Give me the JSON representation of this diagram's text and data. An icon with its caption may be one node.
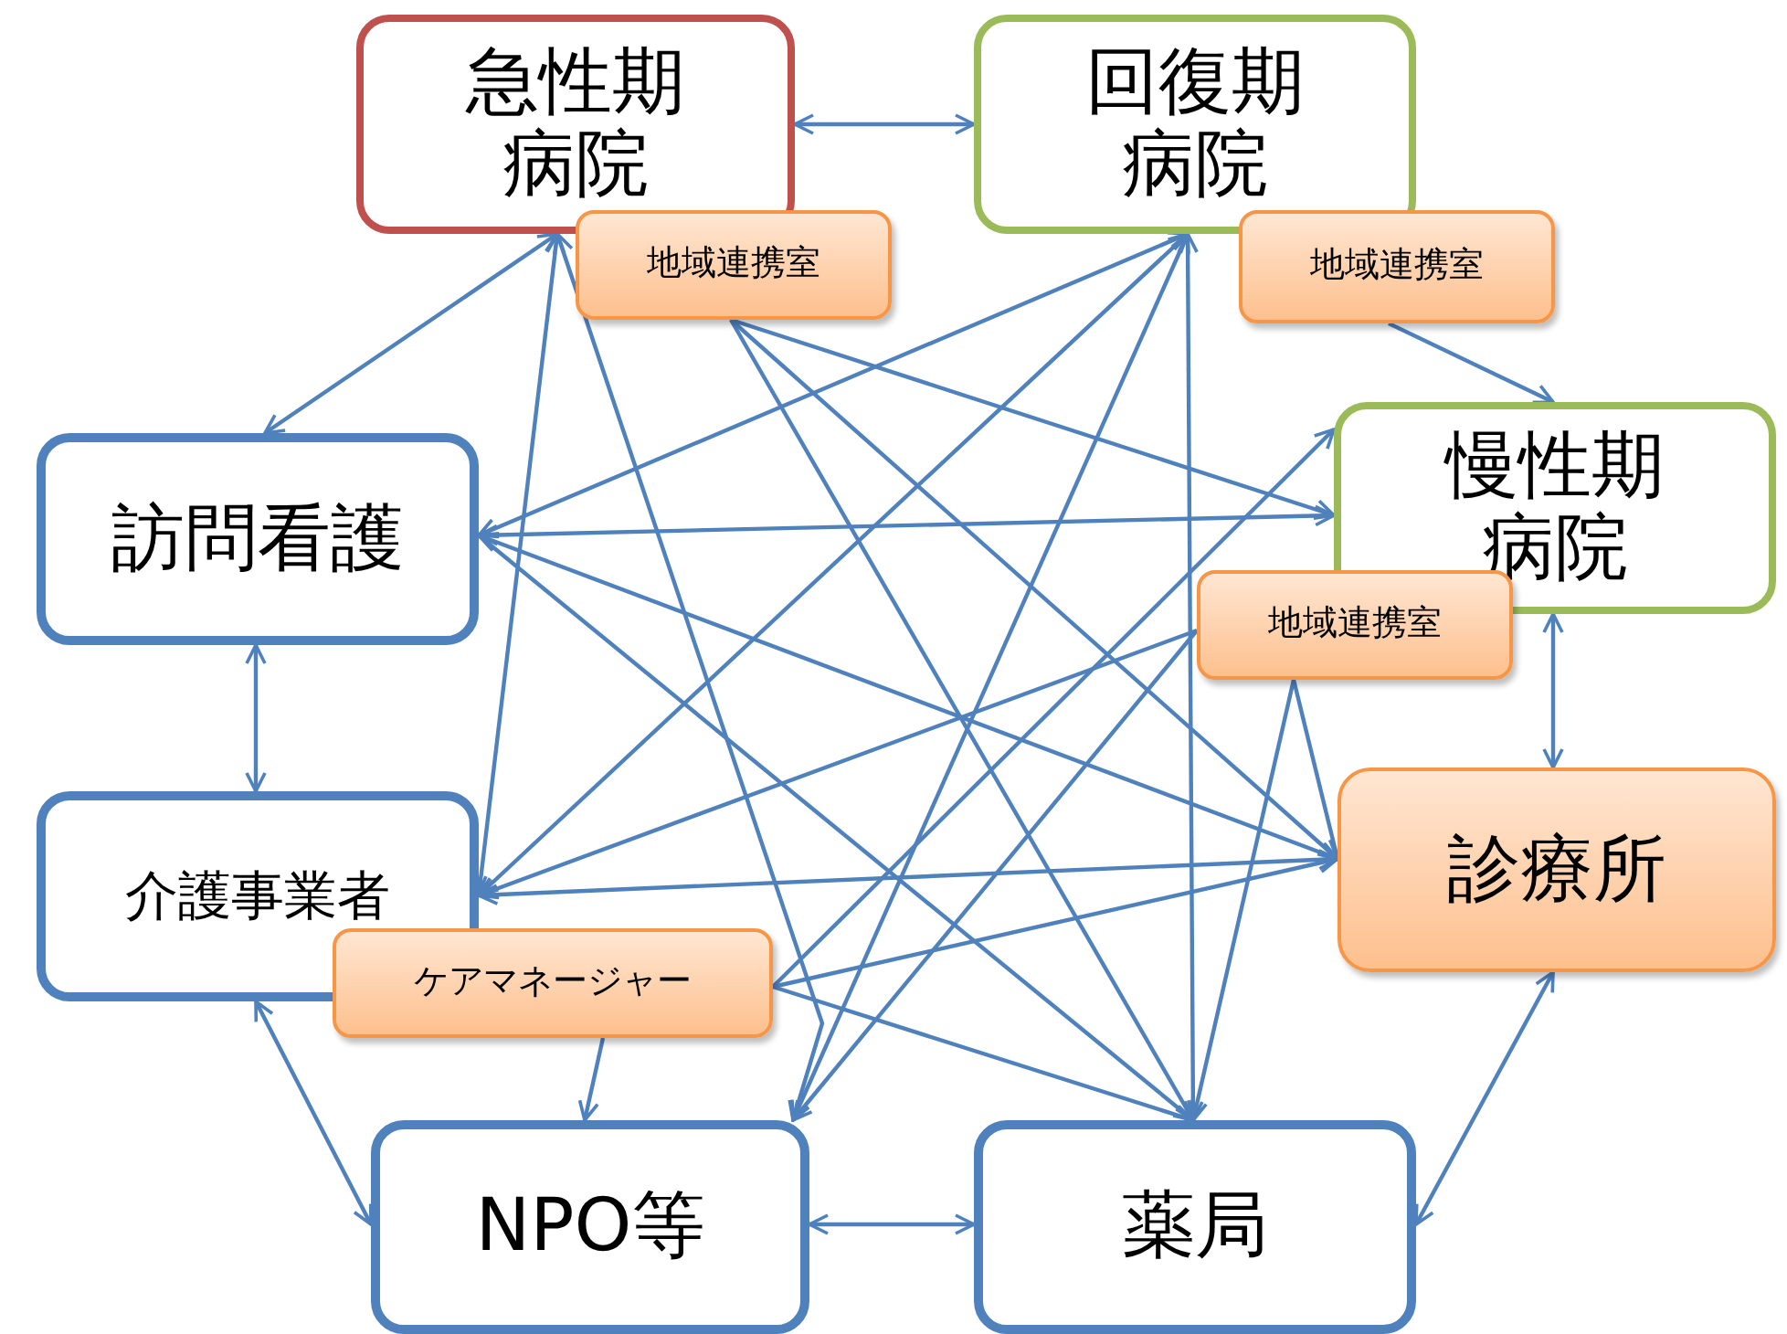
{
  "diagram": {
    "nodes": [
      {
        "text": [
          "急性期病院"
        ]
      },
      {
        "text": [
          "地域連携室"
        ]
      },
      {
        "text": [
          "回復期病院"
        ]
      },
      {
        "text": [
          "地域連携室"
        ]
      },
      {
        "text": [
          "慢性期病院"
        ]
      },
      {
        "text": [
          "地域連携室"
        ]
      },
      {
        "text": [
          "訪問看護"
        ]
      },
      {
        "text": [
          "介護事業者"
        ]
      },
      {
        "text": [
          "ケアマネージャー"
        ]
      },
      {
        "text": [
          "診療所"
        ]
      },
      {
        "text": [
          "NPO等"
        ]
      },
      {
        "text": [
          "薬局"
        ]
      }
    ],
    "edges": [
      {
        "from": 0,
        "to": 2,
        "arrow": "both"
      },
      {
        "from": 0,
        "to": 6,
        "arrow": "both"
      },
      {
        "from": 3,
        "to": 4,
        "arrow": "to"
      },
      {
        "from": 6,
        "to": 7,
        "arrow": "both"
      },
      {
        "from": 7,
        "to": 10,
        "arrow": "both"
      },
      {
        "from": 10,
        "to": 11,
        "arrow": "both"
      },
      {
        "from": 11,
        "to": 9,
        "arrow": "both"
      },
      {
        "from": 4,
        "to": 9,
        "arrow": "both"
      },
      {
        "from": 1,
        "to": 4,
        "arrow": "to"
      },
      {
        "from": 1,
        "to": 9,
        "arrow": "to"
      },
      {
        "from": 1,
        "to": 11,
        "arrow": "to"
      },
      {
        "from": 7,
        "to": 0,
        "arrow": "both"
      },
      {
        "from": 10,
        "to": 0,
        "arrow": "both"
      },
      {
        "from": 6,
        "to": 2,
        "arrow": "both"
      },
      {
        "from": 7,
        "to": 2,
        "arrow": "both"
      },
      {
        "from": 10,
        "to": 2,
        "arrow": "both"
      },
      {
        "from": 11,
        "to": 2,
        "arrow": "both"
      },
      {
        "from": 6,
        "to": 4,
        "arrow": "both"
      },
      {
        "from": 8,
        "to": 4,
        "arrow": "to"
      },
      {
        "from": 5,
        "to": 10,
        "arrow": "to"
      },
      {
        "from": 5,
        "to": 7,
        "arrow": "to"
      },
      {
        "from": 6,
        "to": 9,
        "arrow": "both"
      },
      {
        "from": 7,
        "to": 9,
        "arrow": "both"
      },
      {
        "from": 8,
        "to": 9,
        "arrow": "to"
      },
      {
        "from": 5,
        "to": 9,
        "arrow": "to"
      },
      {
        "from": 6,
        "to": 11,
        "arrow": "to"
      },
      {
        "from": 8,
        "to": 11,
        "arrow": "to"
      },
      {
        "from": 5,
        "to": 11,
        "arrow": "to"
      },
      {
        "from": 8,
        "to": 10,
        "arrow": "to"
      }
    ]
  }
}
